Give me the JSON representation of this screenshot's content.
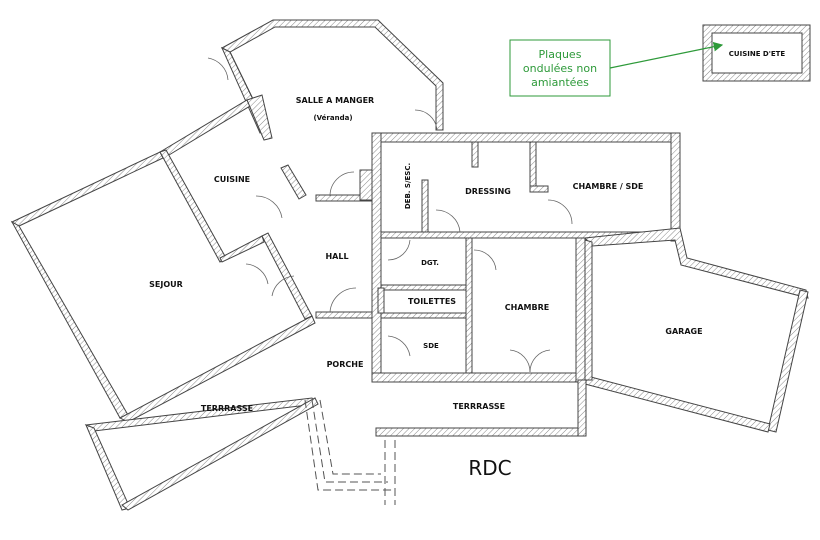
{
  "rooms": {
    "salle_a_manger": "SALLE A MANGER",
    "veranda": "(Véranda)",
    "cuisine": "CUISINE",
    "sejour": "SEJOUR",
    "hall": "HALL",
    "deb_s_esc": "DEB. S/ESC.",
    "dressing": "DRESSING",
    "chambre_sde": "CHAMBRE / SDE",
    "dgt": "DGT.",
    "toilettes": "TOILETTES",
    "chambre": "CHAMBRE",
    "sde": "SDE",
    "garage": "GARAGE",
    "porche": "PORCHE",
    "terrasse_left": "TERRRASSE",
    "terrasse_right": "TERRRASSE",
    "cuisine_ete": "CUISINE D'ETE"
  },
  "note": {
    "line1": "Plaques",
    "line2": "ondulées non",
    "line3": "amiantées",
    "color": "#2e9a3a"
  },
  "level_label": "RDC"
}
